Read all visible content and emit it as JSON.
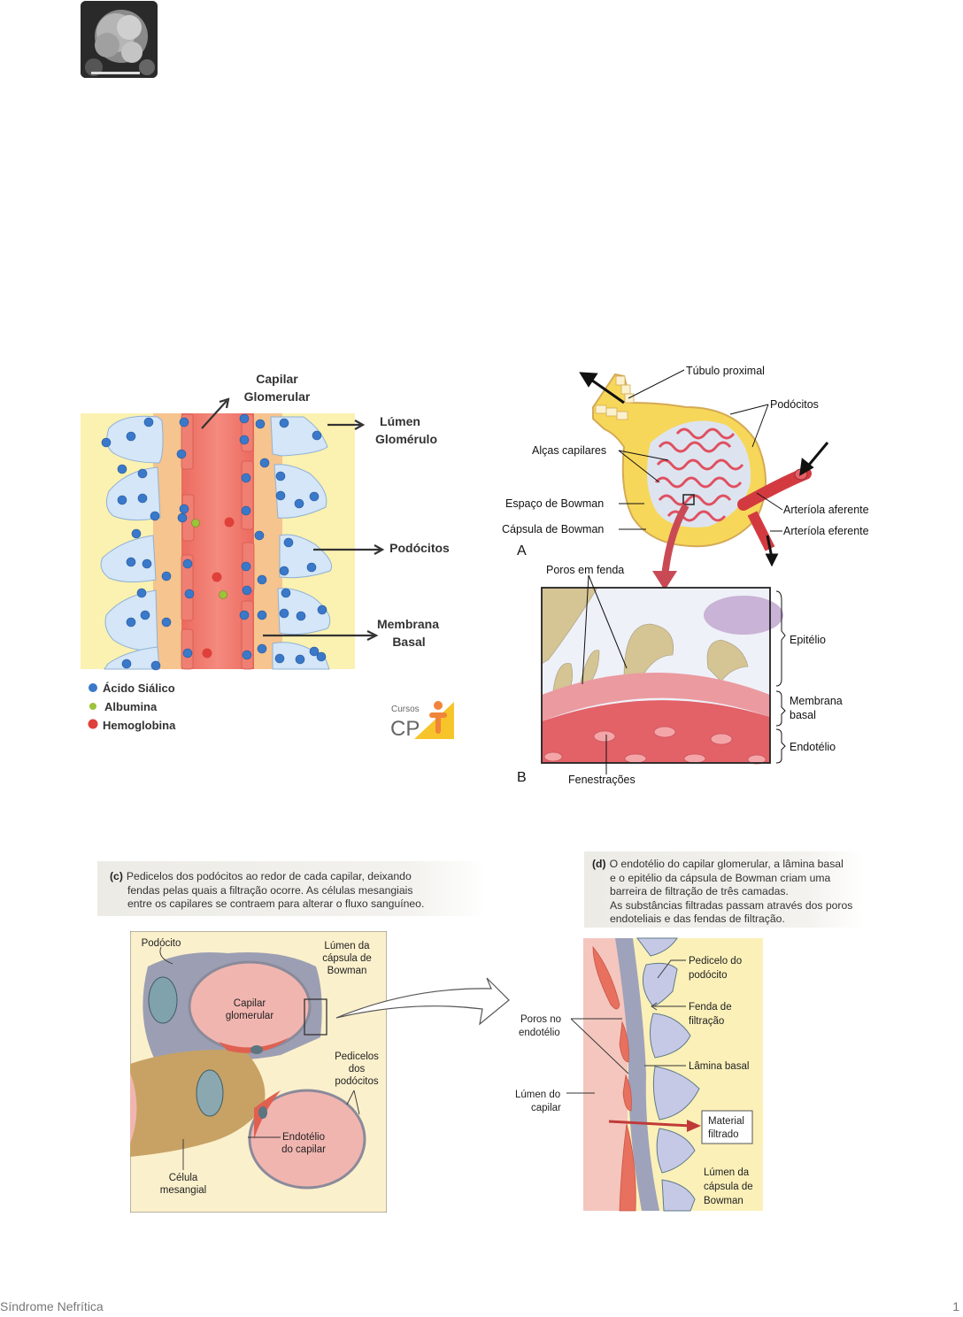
{
  "thumbnail": {
    "alt": "Microscopia eletrônica de glomérulo"
  },
  "figure1": {
    "labels": {
      "capilar": [
        "Capilar",
        "Glomerular"
      ],
      "lumen": [
        "Lúmen",
        "Glomérulo"
      ],
      "podocitos": "Podócitos",
      "membrana": [
        "Membrana",
        "Basal"
      ]
    },
    "legend": [
      {
        "label": "Ácido Siálico",
        "color": "#3a78c9"
      },
      {
        "label": "Albumina",
        "color": "#9cc33a"
      },
      {
        "label": "Hemoglobina",
        "color": "#e0403a"
      }
    ],
    "logo": {
      "top": "Cursos",
      "bottom": "CPT"
    },
    "colors": {
      "lumen_bg": "#fbf1b0",
      "membrane": "#f6c48e",
      "capillary": "#ef7b6e",
      "podocyte": "#d4e6f7",
      "sialic": "#3a78c9"
    }
  },
  "figure2": {
    "panelA": {
      "letter": "A",
      "labels": {
        "tubulo": "Túbulo proximal",
        "podocitos": "Podócitos",
        "alcas": "Alças capilares",
        "espaco": "Espaço de Bowman",
        "capsula": "Cápsula de Bowman",
        "aferente": "Arteríola aferente",
        "eferente": "Arteríola eferente"
      }
    },
    "panelB": {
      "letter": "B",
      "labels": {
        "poros": "Poros em fenda",
        "epitelio": "Epitélio",
        "membrana": [
          "Membrana",
          "basal"
        ],
        "endotelio": "Endotélio",
        "fenestracoes": "Fenestrações"
      }
    }
  },
  "figure3": {
    "captionC": {
      "tag": "(c)",
      "lines": [
        "Pedicelos dos podócitos ao redor de cada capilar, deixando",
        "fendas pelas quais a filtração ocorre. As células mesangiais",
        "entre os capilares se contraem para alterar o fluxo sanguíneo."
      ]
    },
    "captionD": {
      "tag": "(d)",
      "lines": [
        "O endotélio do capilar glomerular, a lâmina basal",
        "e o epitélio da cápsula de Bowman criam uma",
        "barreira de filtração de três camadas.",
        "As substâncias filtradas passam através dos poros",
        "endoteliais e das fendas de filtração."
      ]
    },
    "panelC": {
      "podocito": "Podócito",
      "lumen": [
        "Lúmen da",
        "cápsula de",
        "Bowman"
      ],
      "capilar": [
        "Capilar",
        "glomerular"
      ],
      "pedicelos": [
        "Pedicelos",
        "dos",
        "podócitos"
      ],
      "endotelio": [
        "Endotélio",
        "do capilar"
      ],
      "mesangial": [
        "Célula",
        "mesangial"
      ]
    },
    "panelD": {
      "pedicelo": [
        "Pedicelo do",
        "podócito"
      ],
      "fenda": [
        "Fenda de",
        "filtração"
      ],
      "poros": [
        "Poros no",
        "endotélio"
      ],
      "lamina": "Lâmina basal",
      "lumenCap": [
        "Lúmen do",
        "capilar"
      ],
      "material": [
        "Material",
        "filtrado"
      ],
      "lumenBow": [
        "Lúmen da",
        "cápsula de",
        "Bowman"
      ]
    }
  },
  "footer": {
    "title": "Síndrome Nefrítica",
    "page": "1"
  }
}
